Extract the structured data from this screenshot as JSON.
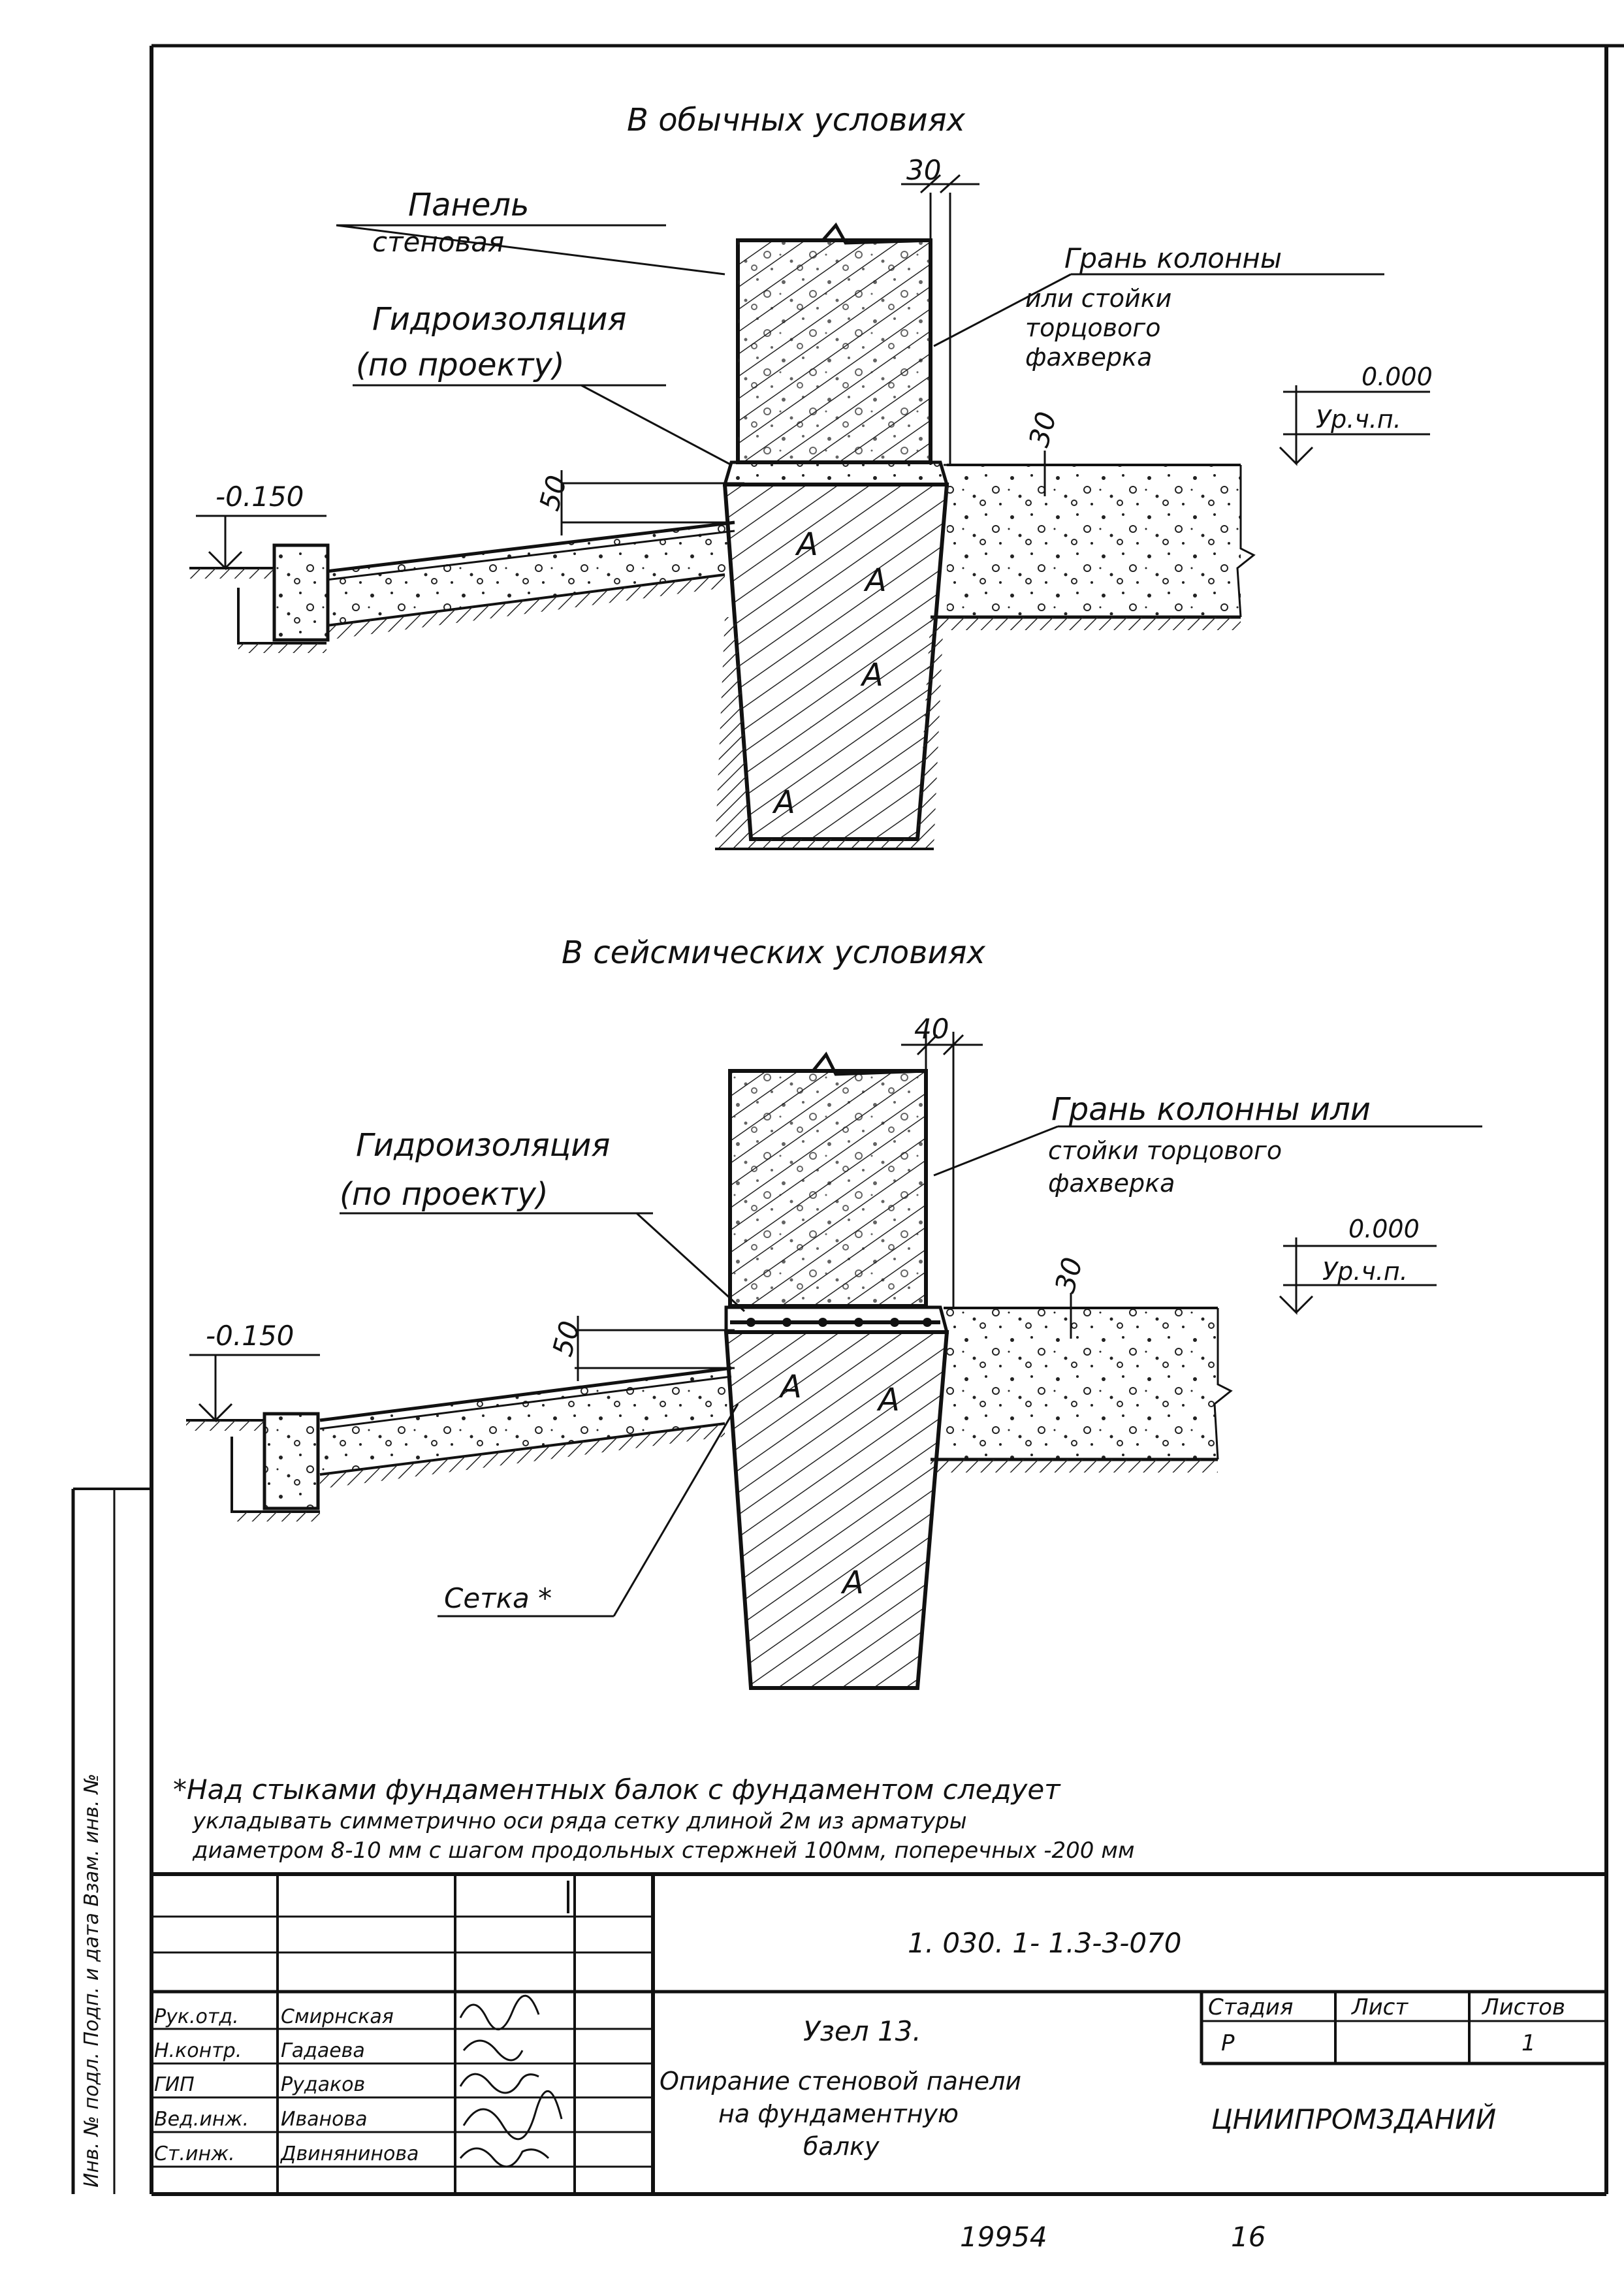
{
  "drawing": {
    "top_section_title": "В обычных   условиях",
    "bottom_section_title": "В сейсмических   условиях",
    "top": {
      "dim_30_top": "30",
      "dim_30_side": "30",
      "dim_50": "50",
      "panel_label_line1": "Панель",
      "panel_label_line2": "стеновая",
      "waterproof_line1": "Гидроизоляция",
      "waterproof_line2": "(по проекту)",
      "column_face_line1": "Грань колонны",
      "column_face_line2": "или стойки",
      "column_face_line3": "торцового",
      "column_face_line4": "фахверка",
      "level_zero": "0.000",
      "level_floor": "Ур.ч.п.",
      "level_minus": "-0.150",
      "beam_mark": "А"
    },
    "bottom": {
      "dim_40_top": "40",
      "dim_30_side": "30",
      "dim_50": "50",
      "waterproof_line1": "Гидроизоляция",
      "waterproof_line2": "(по проекту)",
      "column_face_line1": "Грань колонны или",
      "column_face_line2": "стойки торцового",
      "column_face_line3": "фахверка",
      "level_zero": "0.000",
      "level_floor": "Ур.ч.п.",
      "level_minus": "-0.150",
      "mesh_label": "Сетка *",
      "beam_mark": "А"
    },
    "note_line1": "*Над стыками фундаментных балок с фундаментом следует",
    "note_line2": "укладывать симметрично оси ряда сетку длиной 2м из арматуры",
    "note_line3": "диаметром 8-10 мм с шагом продольных стержней 100мм, поперечных -200 мм"
  },
  "title_block": {
    "doc_code": "1. 030. 1- 1.3-3-070",
    "node_title": "Узел 13.",
    "desc_line1": "Опирание стеновой панели",
    "desc_line2": "на фундаментную",
    "desc_line3": "балку",
    "stage_header": "Стадия",
    "sheet_header": "Лист",
    "sheets_header": "Листов",
    "stage_value": "Р",
    "sheets_value": "1",
    "organization": "ЦНИИПРОМЗДАНИЙ",
    "roles": [
      "Рук.отд.",
      "Н.контр.",
      "ГИП",
      "Вед.инж.",
      "Ст.инж."
    ],
    "names": [
      "Смирнская",
      "Гадаева",
      "Рудаков",
      "Иванова",
      "Двинянинова"
    ]
  },
  "footer": {
    "archive_number": "19954",
    "page_number": "16"
  },
  "stamp_vertical": "Инв. № подл.   Подп. и дата   Взам. инв. №"
}
